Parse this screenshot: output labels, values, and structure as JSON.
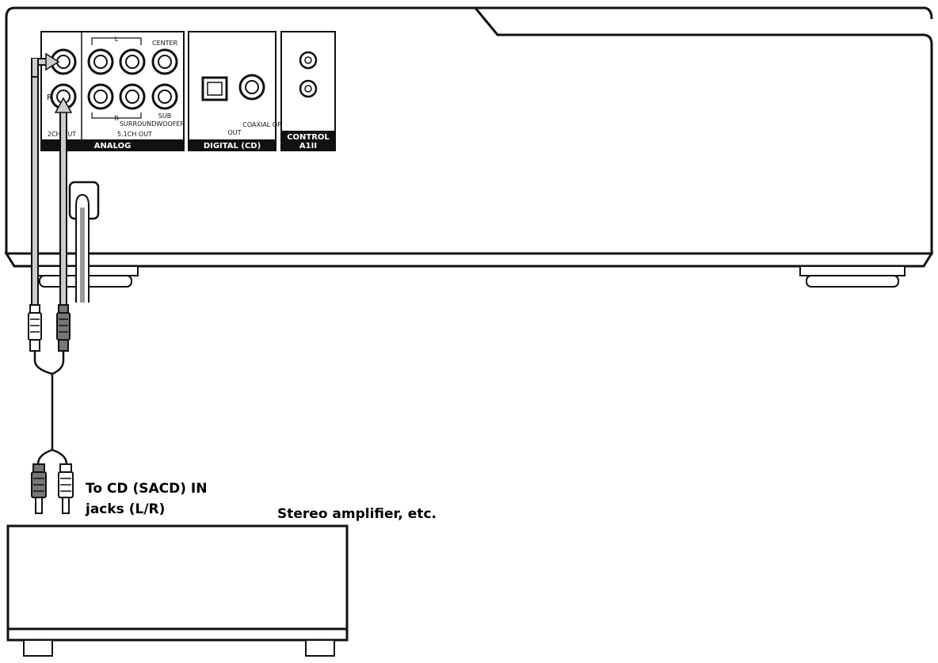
{
  "rear_panel": {
    "analog": {
      "section_label": "ANALOG",
      "l_label": "L",
      "r_label": "R",
      "center_label": "CENTER",
      "sub_label": "SUB",
      "surround_woofer_label": "SURROUNDWOOFER",
      "two_ch_out_label": "2CH OUT",
      "five_one_out_label": "5.1CH OUT"
    },
    "digital": {
      "section_label": "DIGITAL (CD)",
      "coaxial_optical_label": "COAXIAL OPTICAL",
      "out_label": "OUT"
    },
    "control": {
      "section_label": "CONTROL",
      "sub_label": "A1II"
    }
  },
  "captions": {
    "jacks_line1": "To CD (SACD) IN",
    "jacks_line2": "jacks (L/R)",
    "amplifier": "Stereo amplifier, etc."
  },
  "colors": {
    "line": "#111111",
    "bar": "#111111",
    "cable_fill": "#cccccc"
  }
}
